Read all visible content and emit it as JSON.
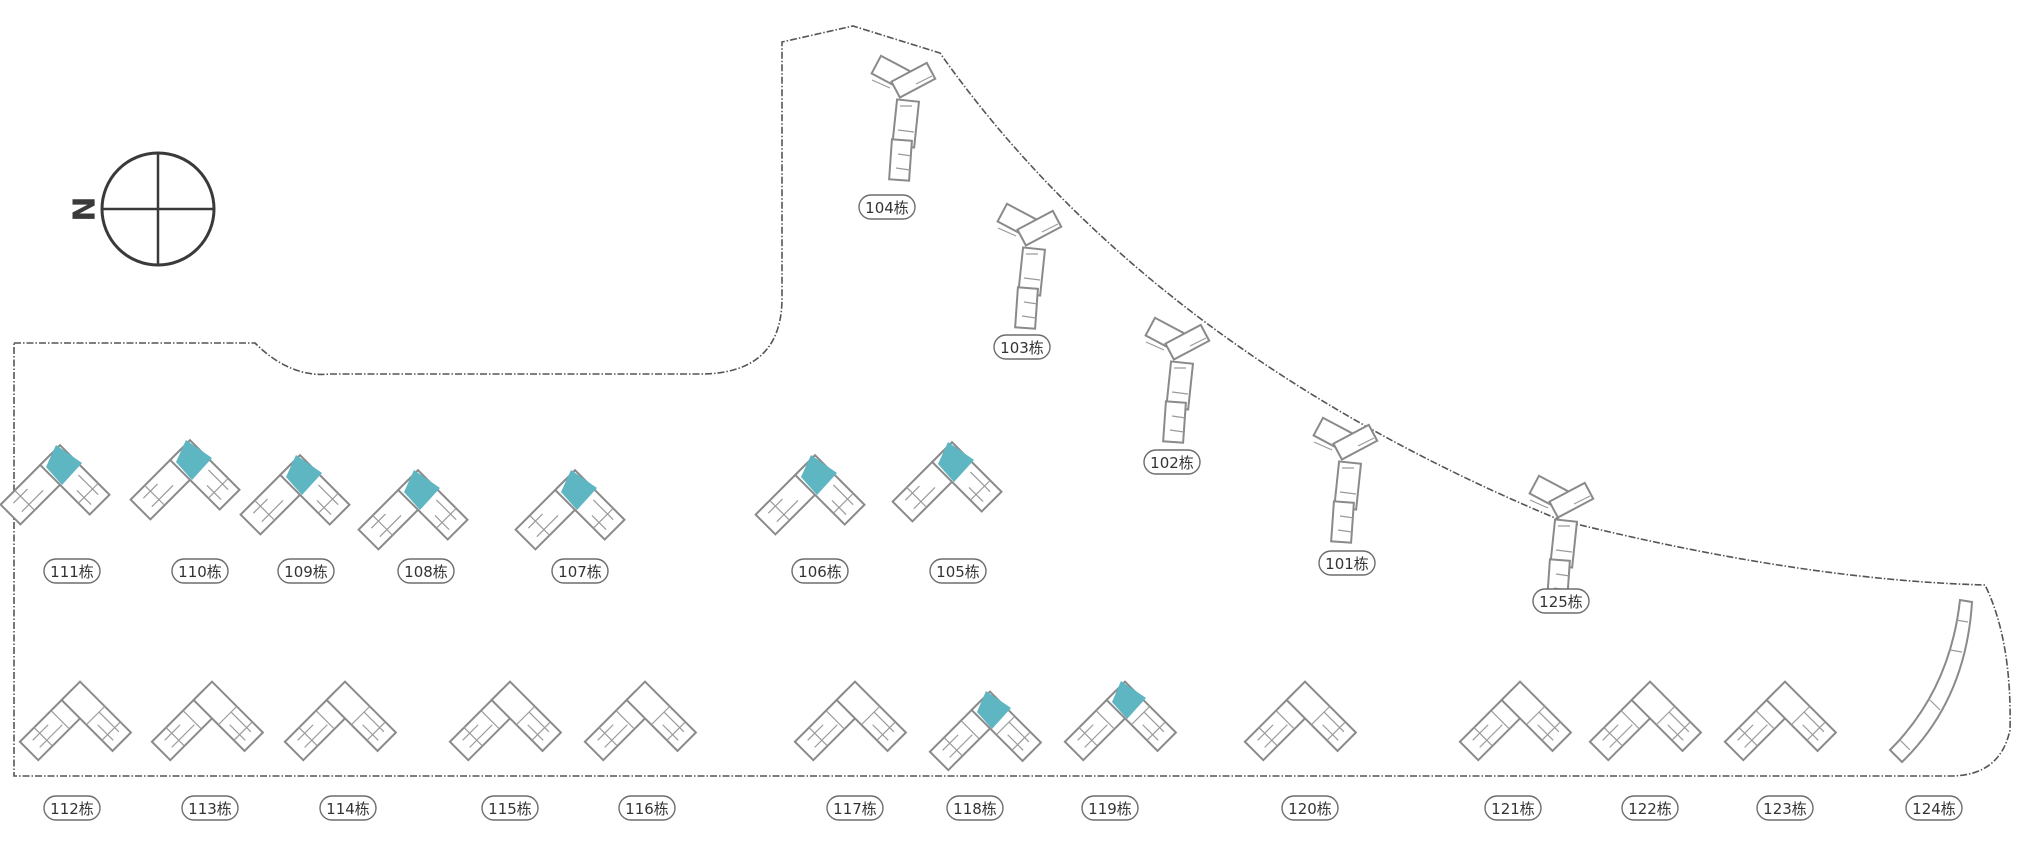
{
  "compass": {
    "label": "N"
  },
  "highlight_color": "#5db6c2",
  "buildings": [
    {
      "id": "104",
      "label": "104栋",
      "shape": "y",
      "highlighted": false
    },
    {
      "id": "103",
      "label": "103栋",
      "shape": "y",
      "highlighted": false
    },
    {
      "id": "102",
      "label": "102栋",
      "shape": "y",
      "highlighted": false
    },
    {
      "id": "101",
      "label": "101栋",
      "shape": "y",
      "highlighted": false
    },
    {
      "id": "125",
      "label": "125栋",
      "shape": "y",
      "highlighted": false
    },
    {
      "id": "111",
      "label": "111栋",
      "shape": "corner",
      "highlighted": true
    },
    {
      "id": "110",
      "label": "110栋",
      "shape": "corner",
      "highlighted": true
    },
    {
      "id": "109",
      "label": "109栋",
      "shape": "corner",
      "highlighted": true
    },
    {
      "id": "108",
      "label": "108栋",
      "shape": "corner",
      "highlighted": true
    },
    {
      "id": "107",
      "label": "107栋",
      "shape": "corner",
      "highlighted": true
    },
    {
      "id": "106",
      "label": "106栋",
      "shape": "corner",
      "highlighted": true
    },
    {
      "id": "105",
      "label": "105栋",
      "shape": "corner",
      "highlighted": true
    },
    {
      "id": "112",
      "label": "112栋",
      "shape": "chevron",
      "highlighted": false
    },
    {
      "id": "113",
      "label": "113栋",
      "shape": "chevron",
      "highlighted": false
    },
    {
      "id": "114",
      "label": "114栋",
      "shape": "chevron",
      "highlighted": false
    },
    {
      "id": "115",
      "label": "115栋",
      "shape": "chevron",
      "highlighted": false
    },
    {
      "id": "116",
      "label": "116栋",
      "shape": "chevron",
      "highlighted": false
    },
    {
      "id": "117",
      "label": "117栋",
      "shape": "chevron",
      "highlighted": false
    },
    {
      "id": "118",
      "label": "118栋",
      "shape": "chevron",
      "highlighted": true
    },
    {
      "id": "119",
      "label": "119栋",
      "shape": "chevron",
      "highlighted": true
    },
    {
      "id": "120",
      "label": "120栋",
      "shape": "chevron",
      "highlighted": false
    },
    {
      "id": "121",
      "label": "121栋",
      "shape": "chevron",
      "highlighted": false
    },
    {
      "id": "122",
      "label": "122栋",
      "shape": "chevron",
      "highlighted": false
    },
    {
      "id": "123",
      "label": "123栋",
      "shape": "chevron",
      "highlighted": false
    },
    {
      "id": "124",
      "label": "124栋",
      "shape": "curve",
      "highlighted": false
    }
  ]
}
